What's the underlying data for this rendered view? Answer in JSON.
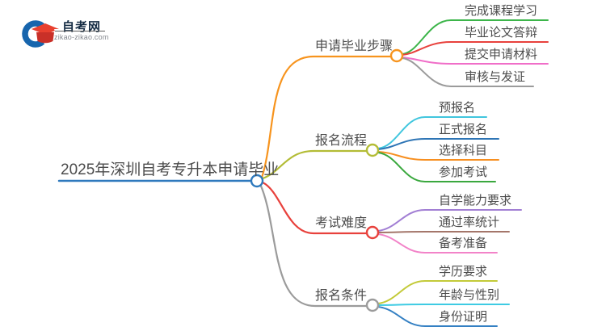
{
  "logo": {
    "title": "自考网",
    "domain": "zikao-zikao.com",
    "colors": {
      "crescent": "#1765ad",
      "cap": "#e8402f",
      "cap_dark": "#c93028"
    }
  },
  "mindmap": {
    "root": {
      "label": "2025年深圳自考专升本申请毕业",
      "color": "#2e79bd"
    },
    "branches": [
      {
        "label": "申请毕业步骤",
        "color": "#f7941e",
        "children": [
          {
            "label": "完成课程学习",
            "color": "#3cb54a"
          },
          {
            "label": "毕业论文答辩",
            "color": "#e8413c"
          },
          {
            "label": "提交申请材料",
            "color": "#f06ec8"
          },
          {
            "label": "审核与发证",
            "color": "#9b9b9b"
          }
        ]
      },
      {
        "label": "报名流程",
        "color": "#b3bc35",
        "children": [
          {
            "label": "预报名",
            "color": "#41c6de"
          },
          {
            "label": "正式报名",
            "color": "#2e75b5"
          },
          {
            "label": "选择科目",
            "color": "#f78f20"
          },
          {
            "label": "参加考试",
            "color": "#3aa83e"
          }
        ]
      },
      {
        "label": "考试难度",
        "color": "#e8413c",
        "children": [
          {
            "label": "自学能力要求",
            "color": "#a27fd4"
          },
          {
            "label": "通过率统计",
            "color": "#a4766a"
          },
          {
            "label": "备考准备",
            "color": "#f283c8"
          }
        ]
      },
      {
        "label": "报名条件",
        "color": "#9b9b9b",
        "children": [
          {
            "label": "学历要求",
            "color": "#c3ca39"
          },
          {
            "label": "年龄与性别",
            "color": "#3ecbe3"
          },
          {
            "label": "身份证明",
            "color": "#3480c3"
          }
        ]
      }
    ]
  }
}
